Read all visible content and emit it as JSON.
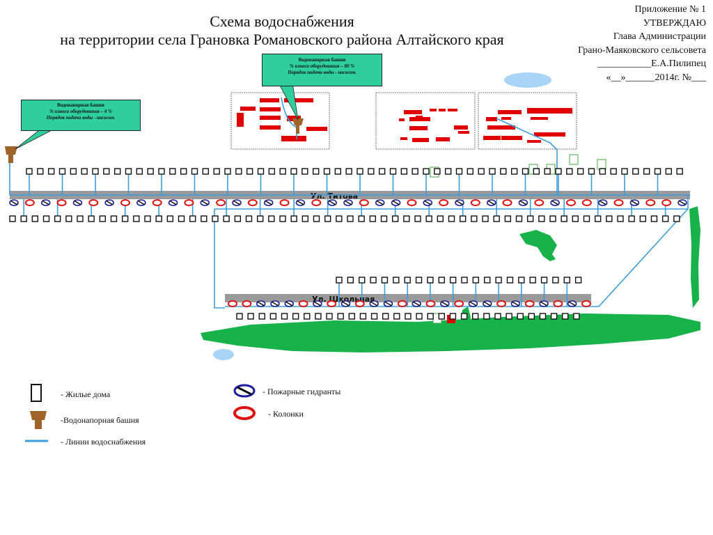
{
  "title": {
    "line1": "Схема водоснабжения",
    "line2": "на территории села Грановка Романовского района Алтайского края"
  },
  "approval": {
    "line1": "Приложение № 1",
    "line2": "УТВЕРЖДАЮ",
    "line3": "Глава Администрации",
    "line4": "Грано-Маяковского сельсовета",
    "line5": "___________Е.А.Пилипец",
    "line6": "«__»______2014г. №___"
  },
  "towers": [
    {
      "heading": "Водонапорная башня",
      "wear": "% износа оборудования – 4 %",
      "supply": "Порядок подачи  воды  - насосом."
    },
    {
      "heading": "Водонапорная башня",
      "wear": "% износа оборудования – 80 %",
      "supply": "Порядок подачи  воды  - насосом."
    }
  ],
  "streets": {
    "titova": "Ул. Титова",
    "shkolnaya": "Ул. Школьная"
  },
  "legend": {
    "houses": "- Жилые дома",
    "tower": "-Водонапорная башня",
    "lines": "- Линии водоснабжения",
    "hydrants": "- Пожарные гидранты",
    "columns": "- Колонки"
  },
  "colors": {
    "pipe": "#3b9de0",
    "street": "#9a9a9a",
    "hydrant_ring": "#1a1aa0",
    "column_ring": "#e01010",
    "callout_fill": "#2ecf9b",
    "tower": "#a0642a",
    "greenery": "#17b34a",
    "water": "#a8d4f5",
    "building": "#e00000"
  },
  "map_features": {
    "titova_upper_houses": 60,
    "titova_lower_houses": 60,
    "shkolnaya_upper_houses": 22,
    "shkolnaya_lower_houses": 31,
    "titova_markers": [
      "h",
      "c",
      "h",
      "c",
      "h",
      "c",
      "h",
      "c",
      "h",
      "c",
      "h",
      "c",
      "h",
      "c",
      "h",
      "c",
      "h",
      "c",
      "h",
      "c",
      "h",
      "h",
      "c",
      "h",
      "h",
      "c",
      "h",
      "c",
      "h",
      "c",
      "h",
      "c",
      "h",
      "c",
      "h",
      "c",
      "c",
      "h",
      "c",
      "h",
      "c",
      "c",
      "h"
    ],
    "shkolnaya_markers": [
      "c",
      "c",
      "h",
      "h",
      "h",
      "c",
      "h",
      "c",
      "h",
      "c",
      "h",
      "h",
      "c",
      "h",
      "c",
      "h",
      "c",
      "h",
      "h",
      "c",
      "h",
      "c",
      "h",
      "c",
      "h",
      "c"
    ]
  }
}
